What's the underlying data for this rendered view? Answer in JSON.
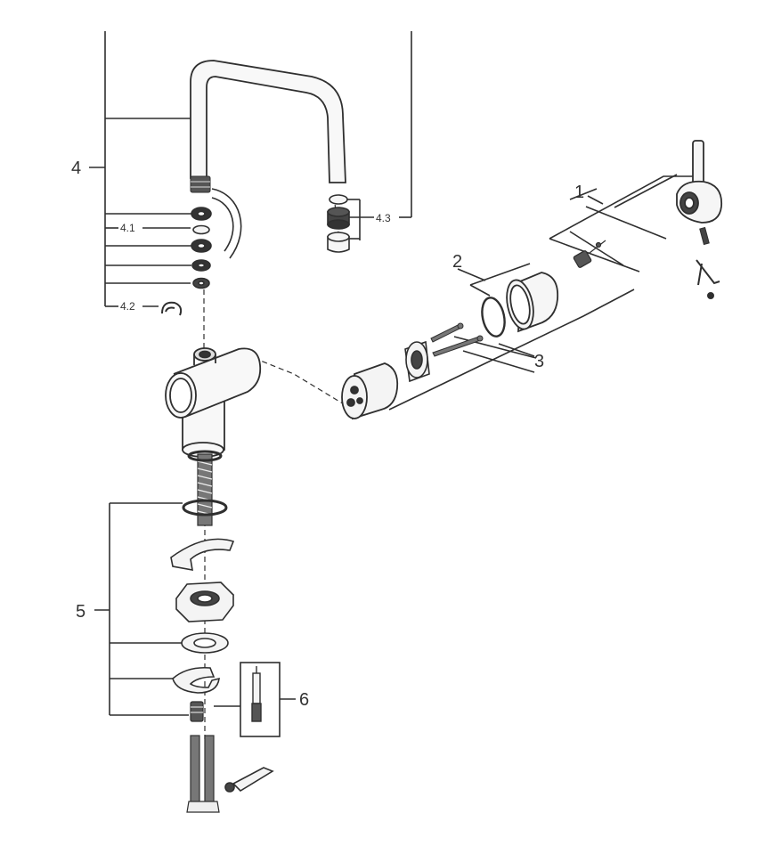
{
  "callouts": {
    "c1": "1",
    "c2": "2",
    "c3": "3",
    "c4": "4",
    "c4_1": "4.1",
    "c4_2": "4.2",
    "c4_3": "4.3",
    "c5": "5",
    "c6": "6"
  },
  "colors": {
    "line": "#2f2f2f",
    "part_fill": "#f6f6f6",
    "part_dark": "#444444"
  }
}
